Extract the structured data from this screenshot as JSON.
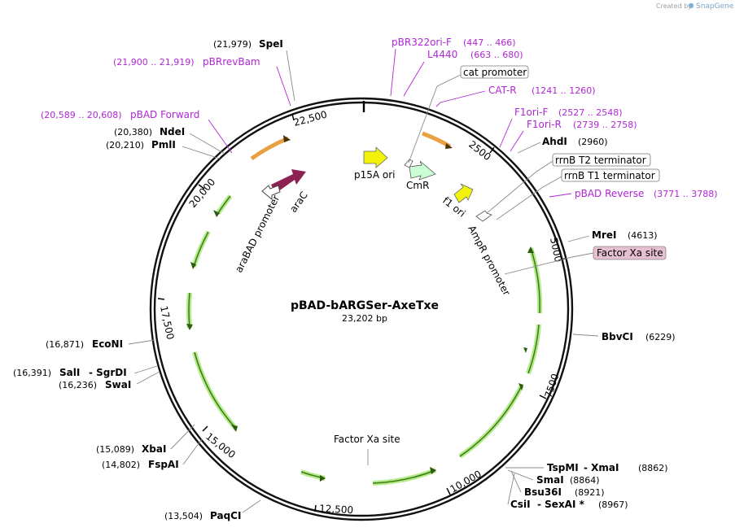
{
  "credit": {
    "text": "Created by",
    "brand": "SnapGene"
  },
  "plasmid": {
    "name": "pBAD-bARGSer-AxeTxe",
    "size": "23,202 bp"
  },
  "colors": {
    "primer": "#b026d6",
    "green_feature": "#6fb22b",
    "arac": "#8b2252",
    "ori": "#f2f20a",
    "cmr": "#c9ffd2",
    "highlight": "#e6bfd0"
  },
  "sites_left": [
    {
      "name": "SpeI",
      "coord": "(21,979)"
    },
    {
      "name": "NdeI",
      "coord": "(20,380)"
    },
    {
      "name": "PmlI",
      "coord": "(20,210)"
    },
    {
      "name": "EcoNI",
      "coord": "(16,871)"
    },
    {
      "name": "SalI",
      "extra": "- SgrDI",
      "coord": "(16,391)"
    },
    {
      "name": "SwaI",
      "coord": "(16,236)"
    },
    {
      "name": "XbaI",
      "coord": "(15,089)"
    },
    {
      "name": "FspAI",
      "coord": "(14,802)"
    },
    {
      "name": "PaqCI",
      "coord": "(13,504)"
    }
  ],
  "sites_right": [
    {
      "name": "AhdI",
      "coord": "(2960)"
    },
    {
      "name": "MreI",
      "coord": "(4613)"
    },
    {
      "name": "BbvCI",
      "coord": "(6229)"
    },
    {
      "name": "TspMI",
      "extra": "- XmaI",
      "coord": "(8862)"
    },
    {
      "name": "SmaI",
      "coord": "(8864)"
    },
    {
      "name": "Bsu36I",
      "coord": "(8921)"
    },
    {
      "name": "CsiI",
      "extra": "- SexAI *",
      "coord": "(8967)"
    }
  ],
  "primers": [
    {
      "name": "pBR322ori-F",
      "coord": "(447 .. 466)"
    },
    {
      "name": "L4440",
      "coord": "(663 .. 680)"
    },
    {
      "name": "CAT-R",
      "coord": "(1241 .. 1260)"
    },
    {
      "name": "F1ori-F",
      "coord": "(2527 .. 2548)"
    },
    {
      "name": "F1ori-R",
      "coord": "(2739 .. 2758)"
    },
    {
      "name": "pBAD Reverse",
      "coord": "(3771 .. 3788)"
    },
    {
      "name": "pBRrevBam",
      "coord": "(21,900 .. 21,919)"
    },
    {
      "name": "pBAD Forward",
      "coord": "(20,589 .. 20,608)"
    }
  ],
  "boxed_features": {
    "cat_promoter": "cat promoter",
    "rrnb_t2": "rrnB T2 terminator",
    "rrnb_t1": "rrnB T1 terminator",
    "factor_xa_highlight": "Factor Xa site"
  },
  "inner_features": {
    "p15a": "p15A ori",
    "cmr": "CmR",
    "f1": "f1 ori",
    "ampr_promoter": "AmpR promoter",
    "arabad_promoter": "araBAD promoter",
    "arac": "araC",
    "factor_xa": "Factor Xa site"
  },
  "ticks": [
    "2500",
    "5000",
    "7500",
    "10,000",
    "12,500",
    "15,000",
    "17,500",
    "20,000",
    "22,500"
  ]
}
